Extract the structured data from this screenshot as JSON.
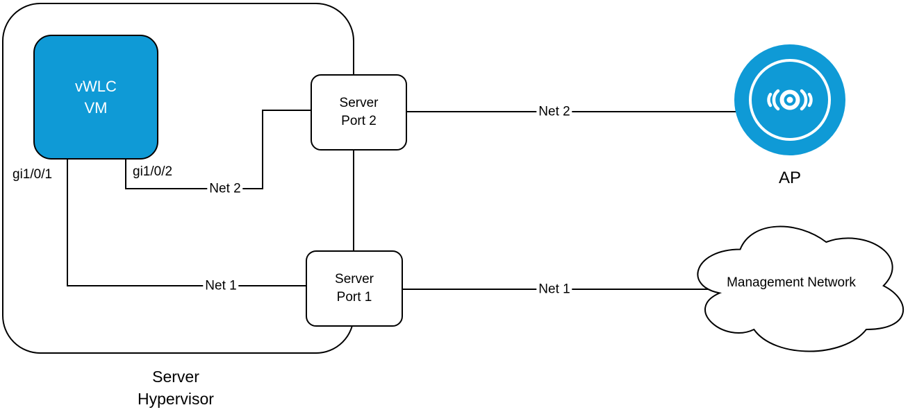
{
  "diagram": {
    "hypervisor": {
      "line1": "Server",
      "line2": "Hypervisor"
    },
    "vwlc": {
      "line1": "vWLC",
      "line2": "VM"
    },
    "port2": {
      "line1": "Server",
      "line2": "Port 2"
    },
    "port1": {
      "line1": "Server",
      "line2": "Port 1"
    },
    "interface_labels": {
      "gi101": "gi1/0/1",
      "gi102": "gi1/0/2"
    },
    "edge_labels": {
      "net2_internal": "Net 2",
      "net1_internal": "Net 1",
      "net2_to_ap": "Net 2",
      "net1_to_cloud": "Net 1"
    },
    "ap": {
      "label": "AP"
    },
    "cloud": {
      "label": "Management Network"
    },
    "colors": {
      "node_blue": "#0f9ad6",
      "line": "#000000"
    }
  }
}
